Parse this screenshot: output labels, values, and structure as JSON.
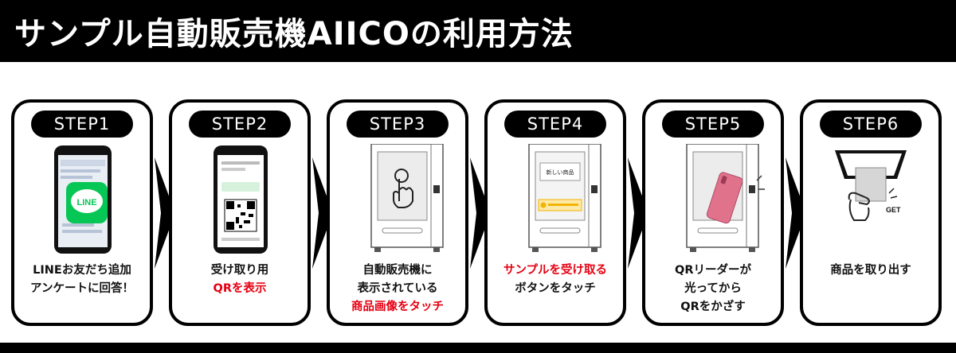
{
  "title": "サンプル自動販売機AIICOの利用方法",
  "steps": [
    {
      "label": "STEP1",
      "lines": [
        {
          "text": "LINEお友だち追加",
          "red": false
        },
        {
          "text": "アンケートに回答！",
          "red": false
        }
      ],
      "line_icon_text": "LINE"
    },
    {
      "label": "STEP2",
      "lines": [
        {
          "text": "受け取り用",
          "red": false
        },
        {
          "text": "QRを表示",
          "red": true
        }
      ]
    },
    {
      "label": "STEP3",
      "lines": [
        {
          "text": "自動販売機に",
          "red": false
        },
        {
          "text": "表示されている",
          "red": false
        },
        {
          "text": "商品画像をタッチ",
          "red": true
        }
      ]
    },
    {
      "label": "STEP4",
      "lines": [
        {
          "text": "サンプルを受け取る",
          "red": true
        },
        {
          "text": "ボタンをタッチ",
          "red": false
        }
      ],
      "screen_text": "新しい商品"
    },
    {
      "label": "STEP5",
      "lines": [
        {
          "text": "QRリーダーが",
          "red": false
        },
        {
          "text": "光ってから",
          "red": false
        },
        {
          "text": "QRをかざす",
          "red": false
        }
      ]
    },
    {
      "label": "STEP6",
      "lines": [
        {
          "text": "商品を取り出す",
          "red": false
        }
      ],
      "get_text": "GET"
    }
  ],
  "colors": {
    "background": "#000000",
    "panel": "#ffffff",
    "accent_red": "#e60012",
    "line_green": "#06c755",
    "phone_pink": "#e0728c"
  }
}
